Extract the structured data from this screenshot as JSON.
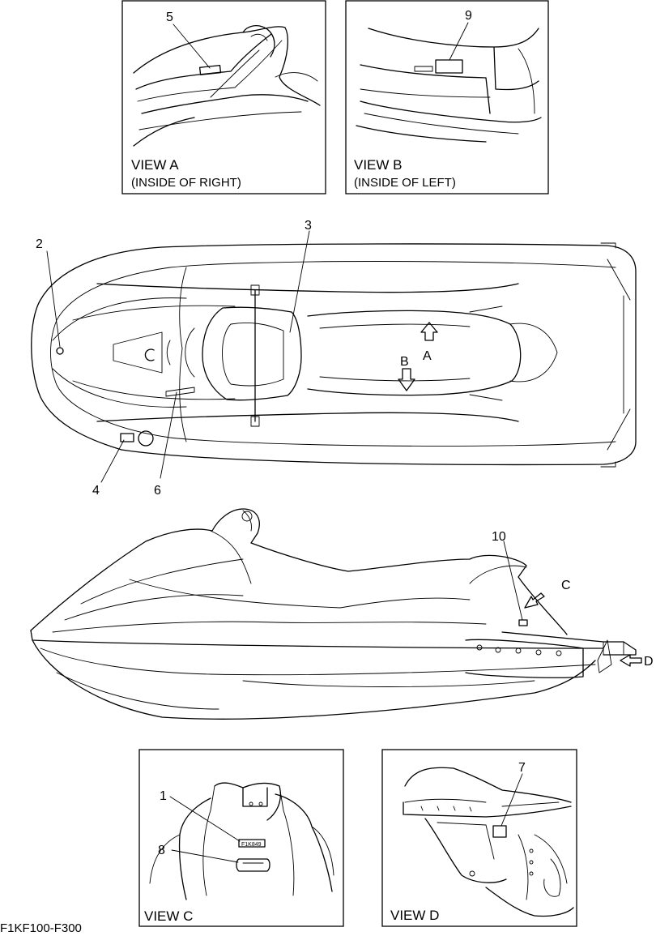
{
  "views": {
    "a": {
      "title": "VIEW A",
      "subtitle": "(INSIDE OF RIGHT)"
    },
    "b": {
      "title": "VIEW B",
      "subtitle": "(INSIDE OF LEFT)"
    },
    "c": {
      "title": "VIEW C"
    },
    "d": {
      "title": "VIEW D"
    }
  },
  "callouts": {
    "n1": "1",
    "n2": "2",
    "n3": "3",
    "n4": "4",
    "n5": "5",
    "n6": "6",
    "n7": "7",
    "n8": "8",
    "n9": "9",
    "n10": "10"
  },
  "arrows": {
    "a": "A",
    "b": "B",
    "c": "C",
    "d": "D"
  },
  "sticker_text": "F1K849",
  "figure_code": "F1KF100-F300"
}
